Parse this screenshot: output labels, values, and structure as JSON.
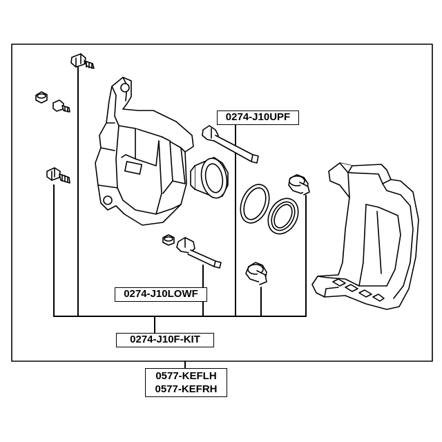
{
  "labels": {
    "upper_pin": "0274-J10UPF",
    "lower_pin": "0274-J10LOWF",
    "repair_kit": "0274-J10F-KIT",
    "caliper_left": "0577-KEFLH",
    "caliper_right": "0577-KEFRH"
  },
  "colors": {
    "line": "#000000",
    "background": "#ffffff"
  }
}
